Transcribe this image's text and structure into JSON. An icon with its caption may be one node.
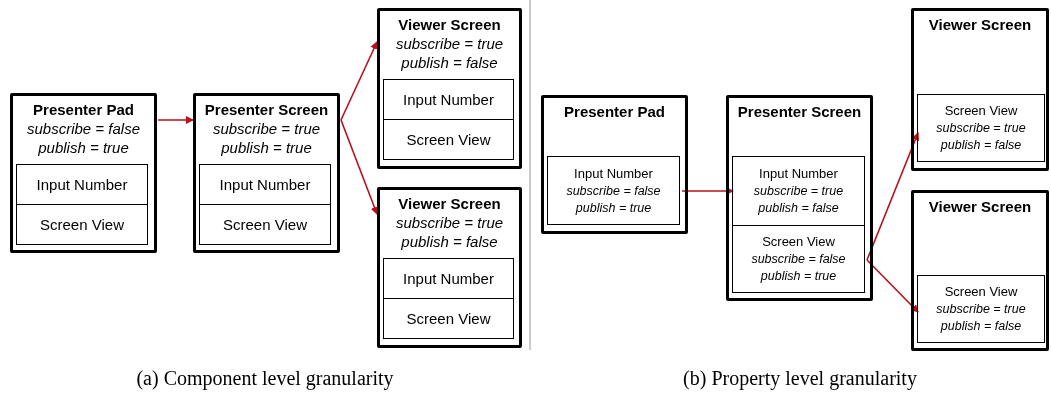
{
  "diagram": {
    "nodes": [
      {
        "text": [
          "Presenter Pad",
          "subscribe = false",
          "publish = true"
        ]
      },
      {
        "text": [
          "Input Number"
        ],
        "in": 0
      },
      {
        "text": [
          "Screen View"
        ],
        "in": 0
      },
      {
        "text": [
          "Presenter Screen",
          "subscribe = true",
          "publish = true"
        ]
      },
      {
        "text": [
          "Input Number"
        ],
        "in": 3
      },
      {
        "text": [
          "Screen View"
        ],
        "in": 3
      },
      {
        "text": [
          "Viewer Screen",
          "subscribe = true",
          "publish = false"
        ]
      },
      {
        "text": [
          "Input Number"
        ],
        "in": 6
      },
      {
        "text": [
          "Screen View"
        ],
        "in": 6
      },
      {
        "text": [
          "Viewer Screen",
          "subscribe = true",
          "publish = false"
        ]
      },
      {
        "text": [
          "Input Number"
        ],
        "in": 9
      },
      {
        "text": [
          "Screen View"
        ],
        "in": 9
      },
      {
        "text": [
          "Presenter Pad"
        ]
      },
      {
        "text": [
          "Input Number",
          "subscribe = false",
          "publish = true"
        ],
        "in": 12
      },
      {
        "text": [
          "Presenter Screen"
        ]
      },
      {
        "text": [
          "Input Number",
          "subscribe = true",
          "publish = false"
        ],
        "in": 14
      },
      {
        "text": [
          "Screen View",
          "subscribe = false",
          "publish = true"
        ],
        "in": 14
      },
      {
        "text": [
          "Viewer Screen"
        ]
      },
      {
        "text": [
          "Screen View",
          "subscribe = true",
          "publish = false"
        ],
        "in": 17
      },
      {
        "text": [
          "Viewer Screen"
        ]
      },
      {
        "text": [
          "Screen View",
          "subscribe = true",
          "publish = false"
        ],
        "in": 19
      }
    ],
    "edges": [
      {
        "from": 0,
        "to": 3,
        "arrow": "to"
      },
      {
        "from": 3,
        "to": 6,
        "arrow": "to"
      },
      {
        "from": 3,
        "to": 9,
        "arrow": "to"
      },
      {
        "from": 13,
        "to": 15,
        "arrow": "to"
      },
      {
        "from": 16,
        "to": 18,
        "arrow": "to"
      },
      {
        "from": 16,
        "to": 20,
        "arrow": "to"
      }
    ],
    "labels": [
      "(a) Component level granularity",
      "(b) Property level granularity"
    ]
  }
}
